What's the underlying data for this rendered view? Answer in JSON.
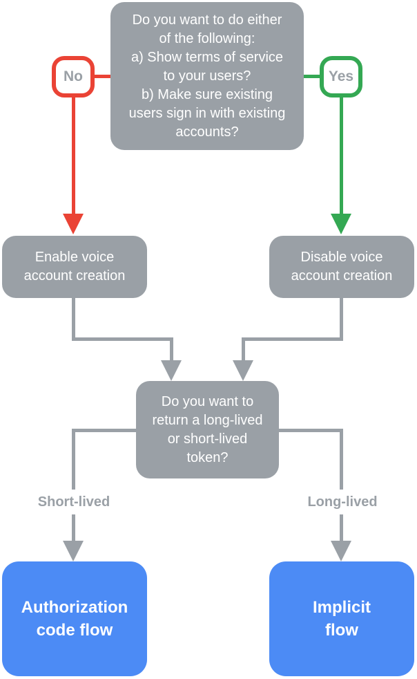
{
  "colors": {
    "gray": "#9AA0A6",
    "red": "#EA4335",
    "green": "#34A853",
    "blue": "#4C8BF5",
    "node_text": "#FFFFFF",
    "muted_text": "#9AA0A6",
    "background": "#FFFFFF"
  },
  "nodes": {
    "root_question": "Do you want to do either\nof the following:\na) Show terms of service\nto your users?\nb) Make sure existing\nusers sign in with existing\naccounts?",
    "no": "No",
    "yes": "Yes",
    "enable": "Enable voice\naccount creation",
    "disable": "Disable voice\naccount creation",
    "token_question": "Do you want to\nreturn a long-lived\nor short-lived\ntoken?",
    "short_lived": "Short-lived",
    "long_lived": "Long-lived",
    "authorization": "Authorization\ncode flow",
    "implicit": "Implicit\nflow"
  }
}
